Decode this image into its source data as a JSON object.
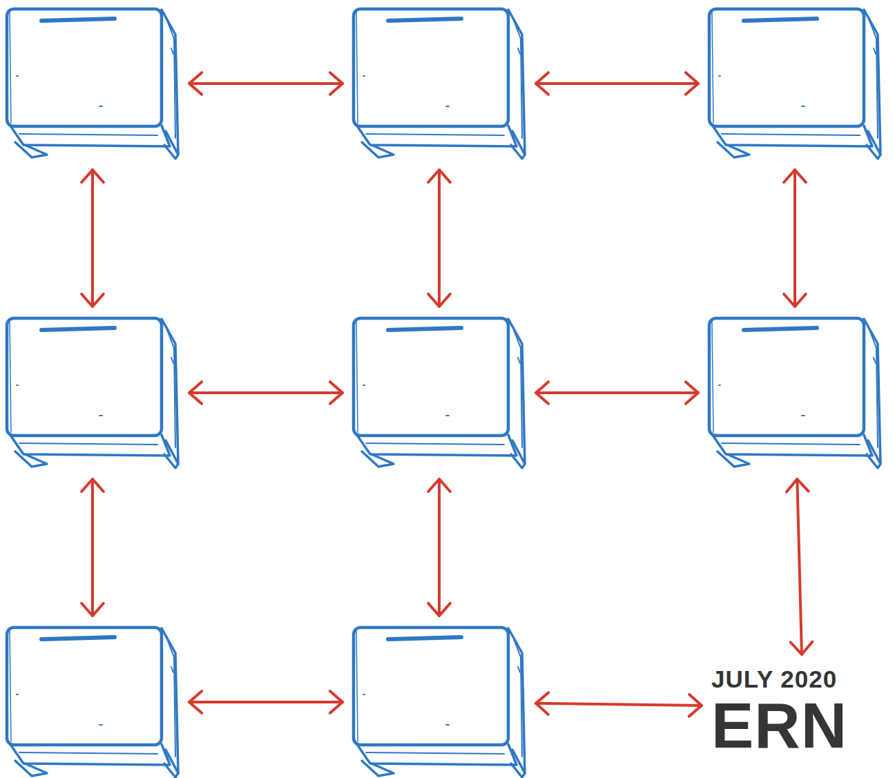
{
  "diagram": {
    "nodes": [
      {
        "text": []
      },
      {
        "text": []
      },
      {
        "text": []
      },
      {
        "text": []
      },
      {
        "text": []
      },
      {
        "text": []
      },
      {
        "text": []
      },
      {
        "text": []
      },
      {
        "text": [
          "JULY 2020",
          "ERN"
        ]
      }
    ],
    "edges": [
      {
        "from": 0,
        "to": 1,
        "arrow": "both"
      },
      {
        "from": 1,
        "to": 2,
        "arrow": "both"
      },
      {
        "from": 0,
        "to": 3,
        "arrow": "both"
      },
      {
        "from": 1,
        "to": 4,
        "arrow": "both"
      },
      {
        "from": 2,
        "to": 5,
        "arrow": "both"
      },
      {
        "from": 3,
        "to": 4,
        "arrow": "both"
      },
      {
        "from": 4,
        "to": 5,
        "arrow": "both"
      },
      {
        "from": 3,
        "to": 6,
        "arrow": "both"
      },
      {
        "from": 4,
        "to": 7,
        "arrow": "both"
      },
      {
        "from": 5,
        "to": 8,
        "arrow": "both"
      },
      {
        "from": 6,
        "to": 7,
        "arrow": "both"
      },
      {
        "from": 7,
        "to": 8,
        "arrow": "both"
      }
    ]
  }
}
